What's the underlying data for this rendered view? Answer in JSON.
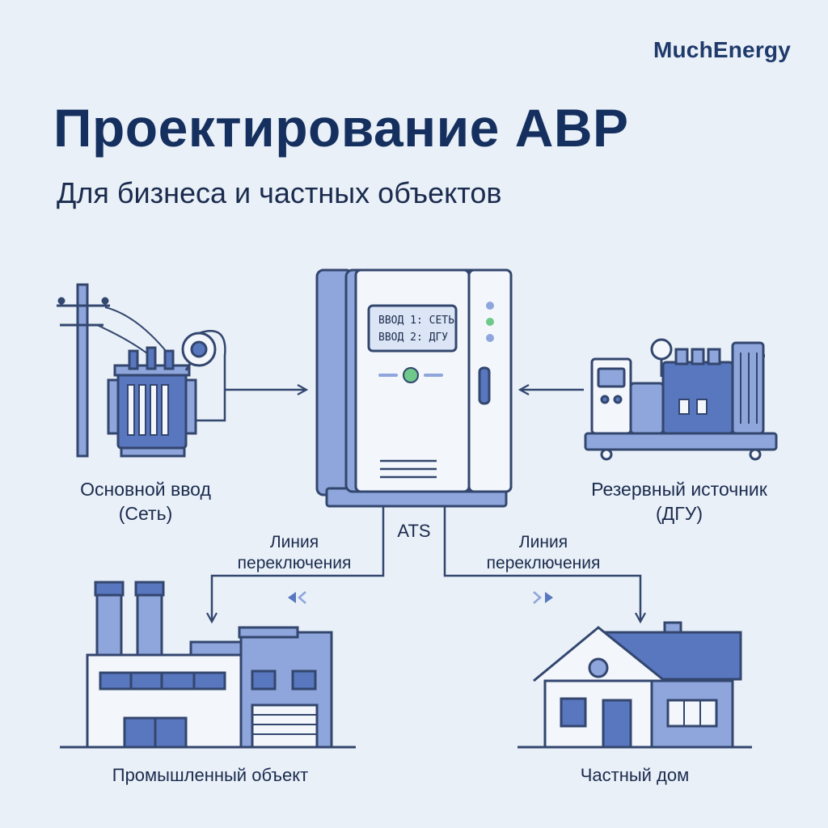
{
  "brand": "MuchEnergy",
  "title": "Проектирование АВР",
  "subtitle": "Для бизнеса и частных объектов",
  "main_input": {
    "line1": "Основной ввод",
    "line2": "(Сеть)"
  },
  "backup_source": {
    "line1": "Резервный источник",
    "line2": "(ДГУ)"
  },
  "ats": {
    "label": "ATS",
    "screen_line1": "ВВОД 1: СЕТЬ",
    "screen_line2": "ВВОД 2: ДГУ"
  },
  "switch_left": {
    "line1": "Линия",
    "line2": "переключения"
  },
  "switch_right": {
    "line1": "Линия",
    "line2": "переключения"
  },
  "industrial": "Промышленный объект",
  "house": "Частный дом",
  "colors": {
    "background": "#e9f0f8",
    "stroke": "#33466e",
    "fill_dark": "#5877bf",
    "fill_mid": "#8fa6dc",
    "fill_light": "#f3f7fc",
    "indicator_green": "#6ec98a"
  }
}
